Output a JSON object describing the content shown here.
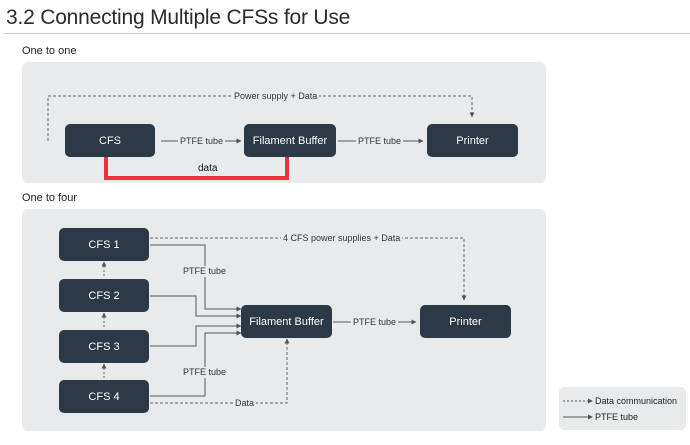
{
  "page": {
    "title": "3.2 Connecting Multiple CFSs for Use"
  },
  "one_to_one": {
    "label": "One to one",
    "nodes": {
      "cfs": "CFS",
      "buffer": "Filament Buffer",
      "printer": "Printer"
    },
    "edges": {
      "power_data": "Power supply + Data",
      "ptfe_1": "PTFE tube",
      "ptfe_2": "PTFE tube",
      "data": "data"
    }
  },
  "one_to_four": {
    "label": "One to four",
    "nodes": {
      "cfs1": "CFS 1",
      "cfs2": "CFS 2",
      "cfs3": "CFS 3",
      "cfs4": "CFS 4",
      "buffer": "Filament Buffer",
      "printer": "Printer"
    },
    "edges": {
      "power_data": "4 CFS power supplies + Data",
      "ptfe_upper": "PTFE tube",
      "ptfe_lower": "PTFE tube",
      "ptfe_out": "PTFE tube",
      "data": "Data"
    }
  },
  "legend": {
    "data_communication": "Data communication",
    "ptfe_tube": "PTFE tube"
  },
  "colors": {
    "node_fill": "#2c3946",
    "panel_fill": "#e9eaec",
    "highlight": "#e8343a",
    "line": "#555555"
  }
}
